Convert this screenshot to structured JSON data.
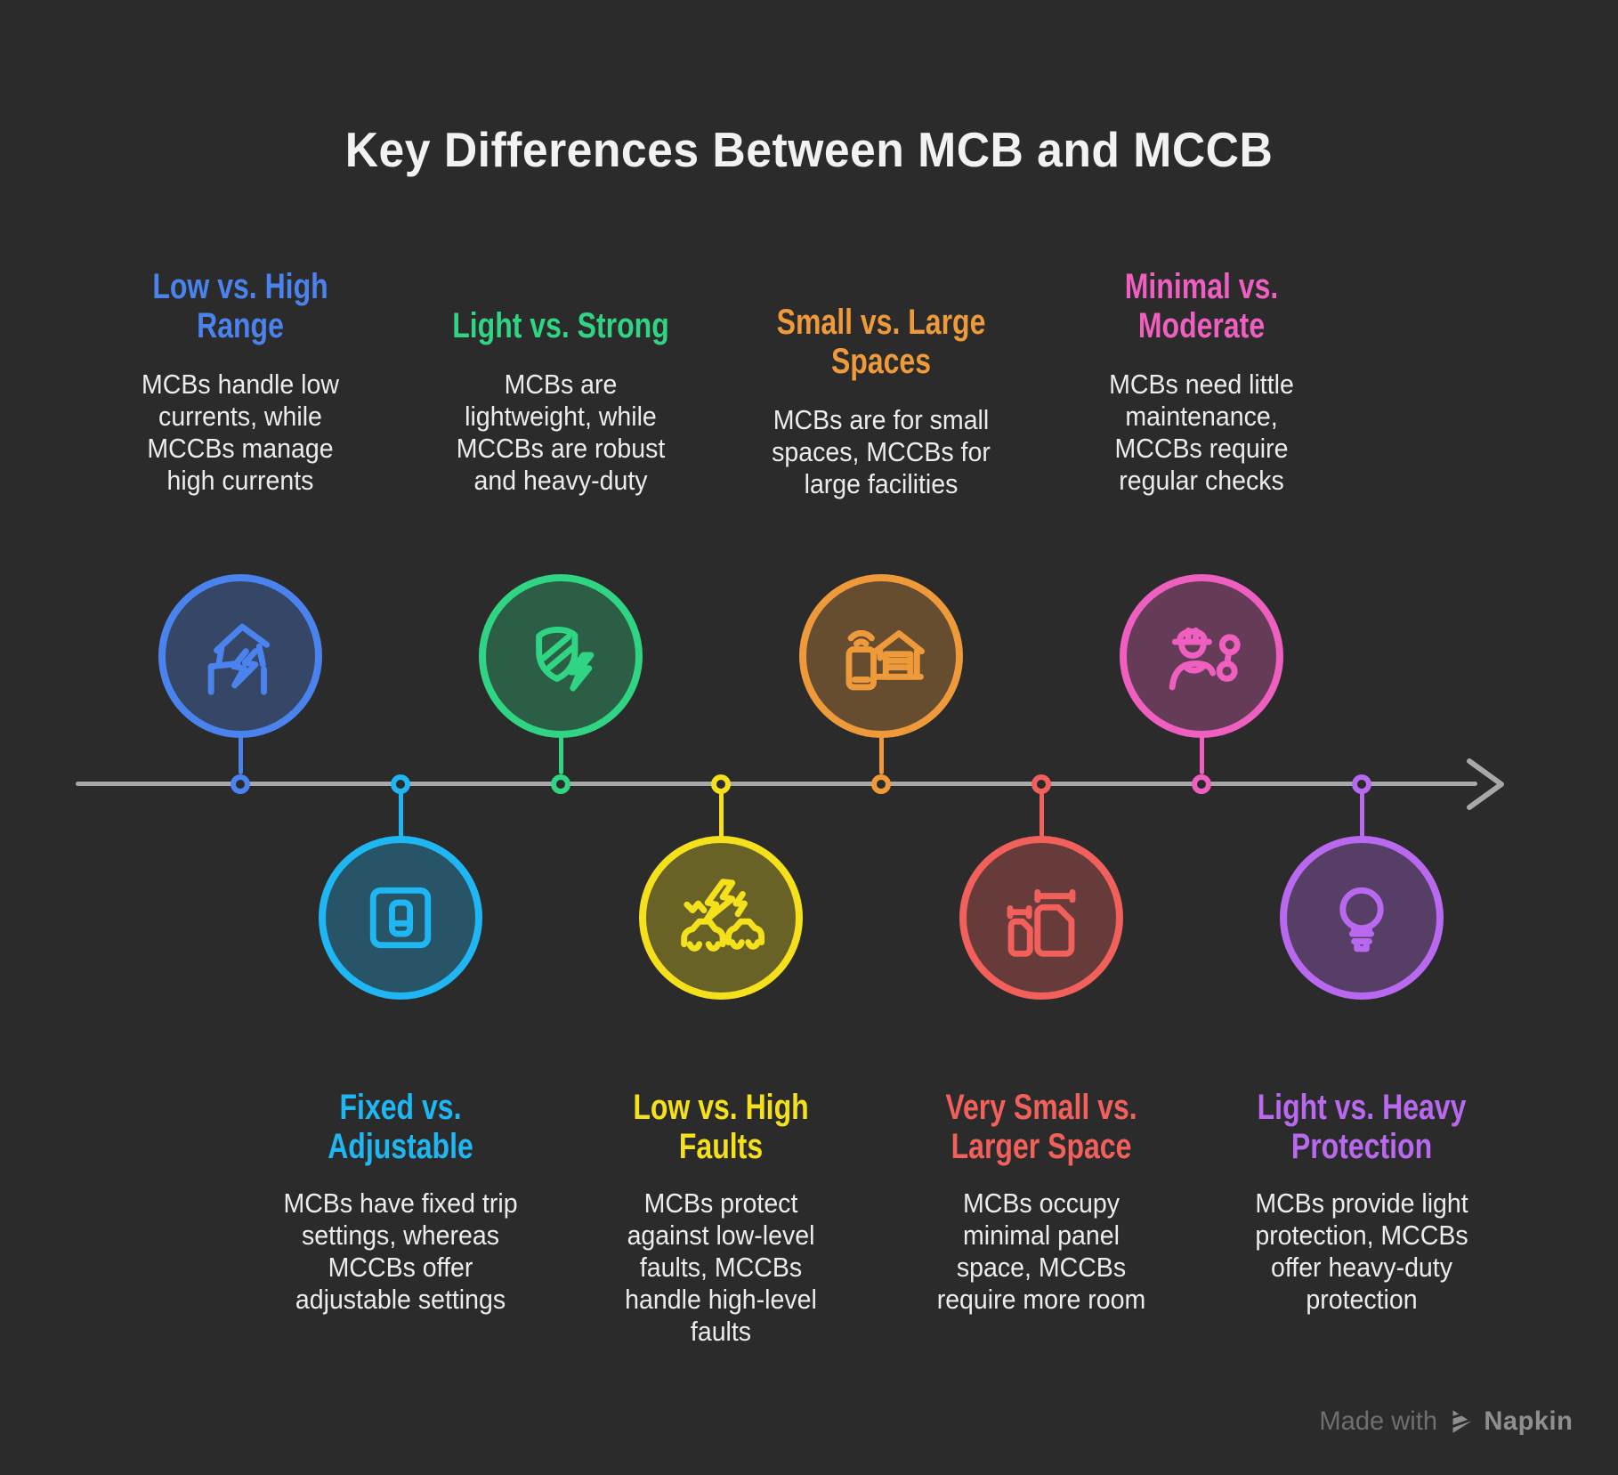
{
  "title": "Key Differences Between MCB and MCCB",
  "colors": {
    "background": "#2b2b2b",
    "timeline": "#a8a8a8",
    "title_text": "#f2f2f2",
    "body_text": "#ececec",
    "watermark": "#8f8f8f"
  },
  "watermark": {
    "prefix": "Made with",
    "brand": "Napkin",
    "logo_icon": "napkin-logo-icon"
  },
  "items": [
    {
      "id": "current-range",
      "side": "top",
      "color": "#4b83ee",
      "heading": "Low vs. High\nRange",
      "description": "MCBs handle low\ncurrents, while\nMCCBs manage\nhigh currents",
      "icon": "house-power-outage-icon"
    },
    {
      "id": "trip-settings",
      "side": "bottom",
      "color": "#1fb7f3",
      "heading": "Fixed vs.\nAdjustable",
      "description": "MCBs have fixed trip\nsettings, whereas\nMCCBs offer\nadjustable settings",
      "icon": "switch-icon"
    },
    {
      "id": "build-strength",
      "side": "top",
      "color": "#30d583",
      "heading": "Light vs. Strong",
      "description": "MCBs are\nlightweight, while\nMCCBs are robust\nand heavy-duty",
      "icon": "shield-bolt-icon"
    },
    {
      "id": "fault-levels",
      "side": "bottom",
      "color": "#f4e11c",
      "heading": "Low vs. High\nFaults",
      "description": "MCBs protect\nagainst low-level\nfaults, MCCBs\nhandle high-level\nfaults",
      "icon": "car-collision-icon"
    },
    {
      "id": "usage-spaces",
      "side": "top",
      "color": "#ef9a3a",
      "heading": "Small vs. Large\nSpaces",
      "description": "MCBs are for small\nspaces, MCCBs for\nlarge facilities",
      "icon": "smart-home-icon"
    },
    {
      "id": "panel-space",
      "side": "bottom",
      "color": "#f2605b",
      "heading": "Very Small vs.\nLarger Space",
      "description": "MCBs occupy\nminimal panel\nspace, MCCBs\nrequire more room",
      "icon": "size-compare-icon"
    },
    {
      "id": "maintenance",
      "side": "top",
      "color": "#ee5fc0",
      "heading": "Minimal vs.\nModerate",
      "description": "MCBs need little\nmaintenance,\nMCCBs require\nregular checks",
      "icon": "technician-icon"
    },
    {
      "id": "protection-level",
      "side": "bottom",
      "color": "#b869f0",
      "heading": "Light vs. Heavy\nProtection",
      "description": "MCBs provide light\nprotection, MCCBs\noffer heavy-duty\nprotection",
      "icon": "lightbulb-icon"
    }
  ]
}
